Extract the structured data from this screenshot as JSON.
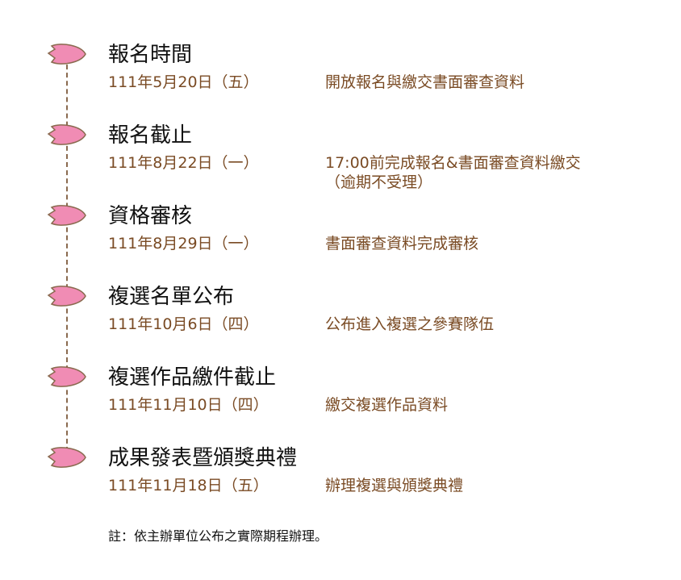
{
  "events": [
    {
      "title": "報名時間",
      "date": "111年5月20日（五）",
      "desc": [
        "開放報名與繳交書面審查資料"
      ]
    },
    {
      "title": "報名截止",
      "date": "111年8月22日（一）",
      "desc": [
        "17:00前完成報名&書面審查資料繳交",
        "（逾期不受理）"
      ]
    },
    {
      "title": "資格審核",
      "date": "111年8月29日（一）",
      "desc": [
        "書面審查資料完成審核"
      ]
    },
    {
      "title": "複選名單公布",
      "date": "111年10月6日（四）",
      "desc": [
        "公布進入複選之參賽隊伍"
      ]
    },
    {
      "title": "複選作品繳件截止",
      "date": "111年11月10日（四）",
      "desc": [
        "繳交複選作品資料"
      ]
    },
    {
      "title": "成果發表暨頒獎典禮",
      "date": "111年11月18日（五）",
      "desc": [
        "辦理複選與頒獎典禮"
      ]
    }
  ],
  "note": "註：依主辦單位公布之實際期程辦理。",
  "colors": {
    "petal_fill": "#f08cb4",
    "petal_stroke": "#8a6a4f",
    "date_text": "#7a4b24",
    "title_text": "#111111"
  },
  "icons": [
    "petal-icon"
  ]
}
